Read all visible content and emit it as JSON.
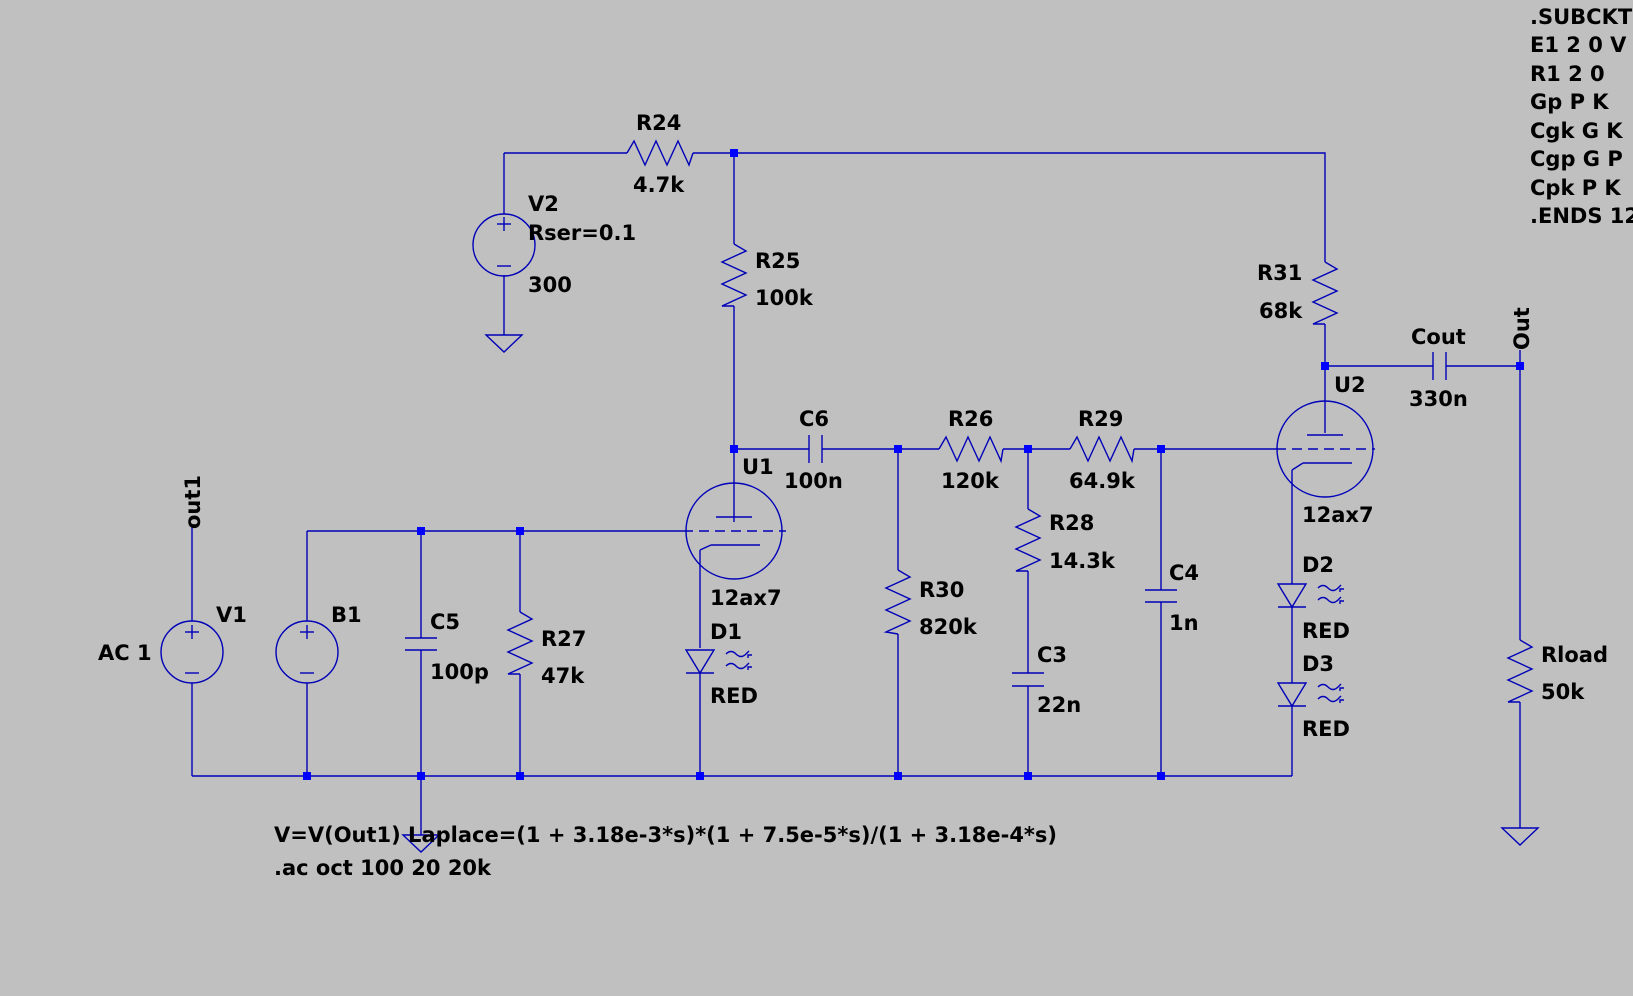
{
  "colors": {
    "background": "#c0c0c0",
    "wire": "#0000b8",
    "node": "#0000ff",
    "text": "#000000"
  },
  "components": {
    "R24": {
      "ref": "R24",
      "value": "4.7k"
    },
    "R25": {
      "ref": "R25",
      "value": "100k"
    },
    "R26": {
      "ref": "R26",
      "value": "120k"
    },
    "R27": {
      "ref": "R27",
      "value": "47k"
    },
    "R28": {
      "ref": "R28",
      "value": "14.3k"
    },
    "R29": {
      "ref": "R29",
      "value": "64.9k"
    },
    "R30": {
      "ref": "R30",
      "value": "820k"
    },
    "R31": {
      "ref": "R31",
      "value": "68k"
    },
    "Rload": {
      "ref": "Rload",
      "value": "50k"
    },
    "C3": {
      "ref": "C3",
      "value": "22n"
    },
    "C4": {
      "ref": "C4",
      "value": "1n"
    },
    "C5": {
      "ref": "C5",
      "value": "100p"
    },
    "C6": {
      "ref": "C6",
      "value": "100n"
    },
    "Cout": {
      "ref": "Cout",
      "value": "330n"
    },
    "V1": {
      "ref": "V1",
      "value": "AC 1"
    },
    "V2": {
      "ref": "V2",
      "param": "Rser=0.1",
      "value": "300"
    },
    "B1": {
      "ref": "B1"
    },
    "U1": {
      "ref": "U1",
      "value": "12ax7"
    },
    "U2": {
      "ref": "U2",
      "value": "12ax7"
    },
    "D1": {
      "ref": "D1",
      "value": "RED"
    },
    "D2": {
      "ref": "D2",
      "value": "RED"
    },
    "D3": {
      "ref": "D3",
      "value": "RED"
    }
  },
  "net_labels": {
    "out1": "out1",
    "out": "Out"
  },
  "directives": {
    "b1_expression": "V=V(Out1) Laplace=(1 + 3.18e-3*s)*(1 + 7.5e-5*s)/(1 + 3.18e-4*s)",
    "ac_analysis": ".ac oct 100 20 20k",
    "subckt_lines": [
      ".SUBCKT",
      "E1  2  0  V",
      "R1  2  0",
      "Gp  P  K",
      "Cgk G  K",
      "Cgp G  P",
      "Cpk P  K",
      ".ENDS 12"
    ]
  }
}
